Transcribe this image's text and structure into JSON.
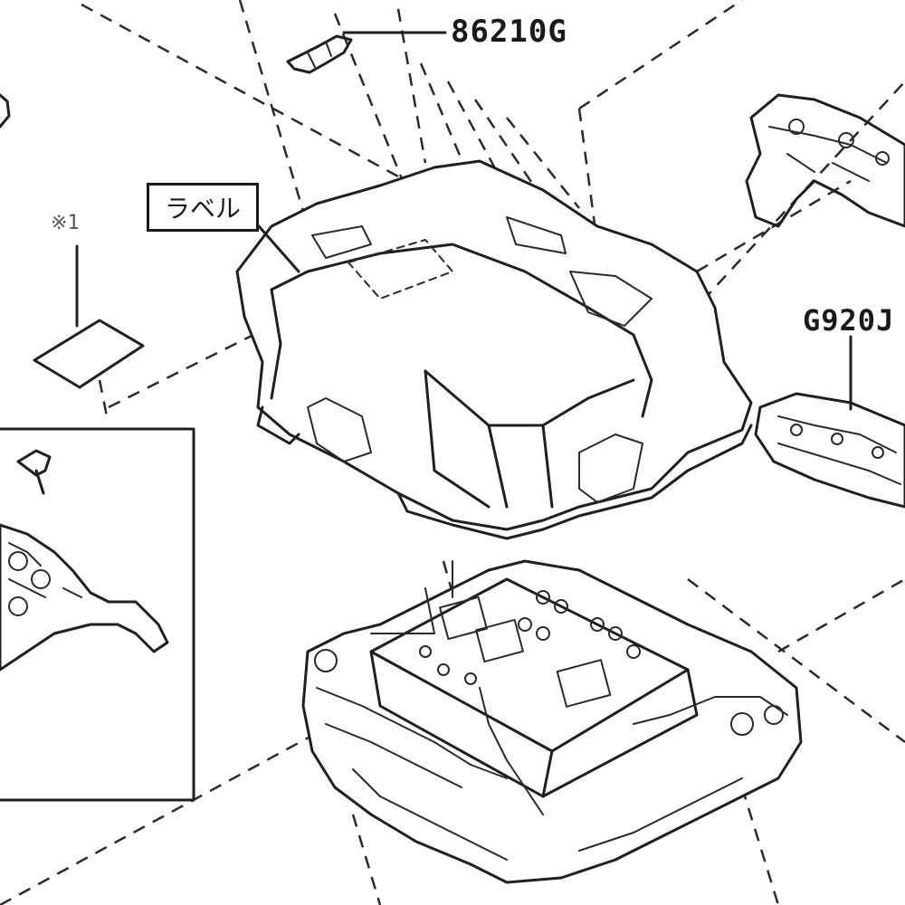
{
  "labels": {
    "part_86210g": "86210G",
    "part_g920j": "G920J",
    "note_1": "※1",
    "label_box": "ラベル"
  },
  "colors": {
    "line": "#1f1f1f",
    "background": "#ffffff"
  }
}
